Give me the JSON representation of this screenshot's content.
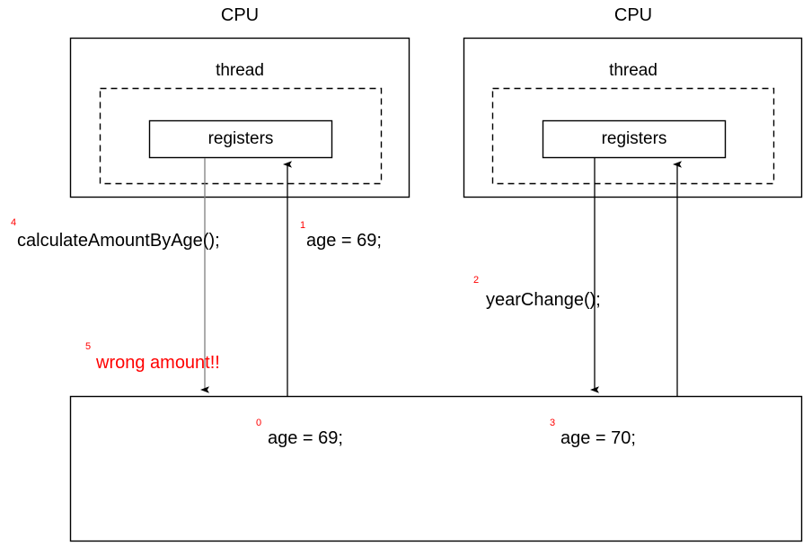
{
  "diagram": {
    "title": "CPU thread register and shared memory race condition",
    "colors": {
      "stroke": "#000000",
      "red": "#ff0000",
      "gray_arrow": "#808080",
      "background": "#ffffff"
    },
    "cpus": [
      {
        "id": "cpu-left",
        "cpu_label": "CPU",
        "thread_label": "thread",
        "registers_label": "registers"
      },
      {
        "id": "cpu-right",
        "cpu_label": "CPU",
        "thread_label": "thread",
        "registers_label": "registers"
      }
    ],
    "memory": {
      "values": [
        {
          "step": "0",
          "text": "age = 69;"
        },
        {
          "step": "3",
          "text": "age = 70;"
        }
      ]
    },
    "annotations": [
      {
        "step": "4",
        "text": "calculateAmountByAge();",
        "color": "black"
      },
      {
        "step": "1",
        "text": "age = 69;",
        "color": "black"
      },
      {
        "step": "2",
        "text": "yearChange();",
        "color": "black"
      },
      {
        "step": "5",
        "text": "wrong amount!!",
        "color": "red"
      }
    ],
    "arrows": [
      {
        "name": "left-read-down-arrow",
        "direction": "down",
        "color": "gray"
      },
      {
        "name": "left-write-up-arrow",
        "direction": "up",
        "color": "black"
      },
      {
        "name": "right-read-down-arrow",
        "direction": "down",
        "color": "black"
      },
      {
        "name": "right-write-up-arrow",
        "direction": "up",
        "color": "black"
      }
    ]
  }
}
